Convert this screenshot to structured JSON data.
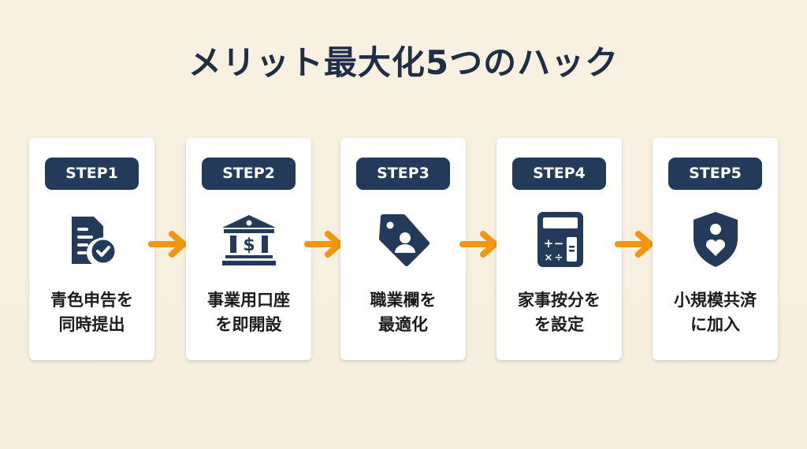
{
  "title": "メリット最大化5つのハック",
  "accent_color": "#f0960f",
  "badge_color": "#233a5a",
  "steps": [
    {
      "badge": "STEP1",
      "icon": "document-check-icon",
      "line1": "青色申告を",
      "line2": "同時提出"
    },
    {
      "badge": "STEP2",
      "icon": "bank-icon",
      "line1": "事業用口座",
      "line2": "を即開設"
    },
    {
      "badge": "STEP3",
      "icon": "person-tag-icon",
      "line1": "職業欄を",
      "line2": "最適化"
    },
    {
      "badge": "STEP4",
      "icon": "calculator-icon",
      "line1": "家事按分を",
      "line2": "を設定"
    },
    {
      "badge": "STEP5",
      "icon": "shield-heart-icon",
      "line1": "小規模共済",
      "line2": "に加入"
    }
  ]
}
